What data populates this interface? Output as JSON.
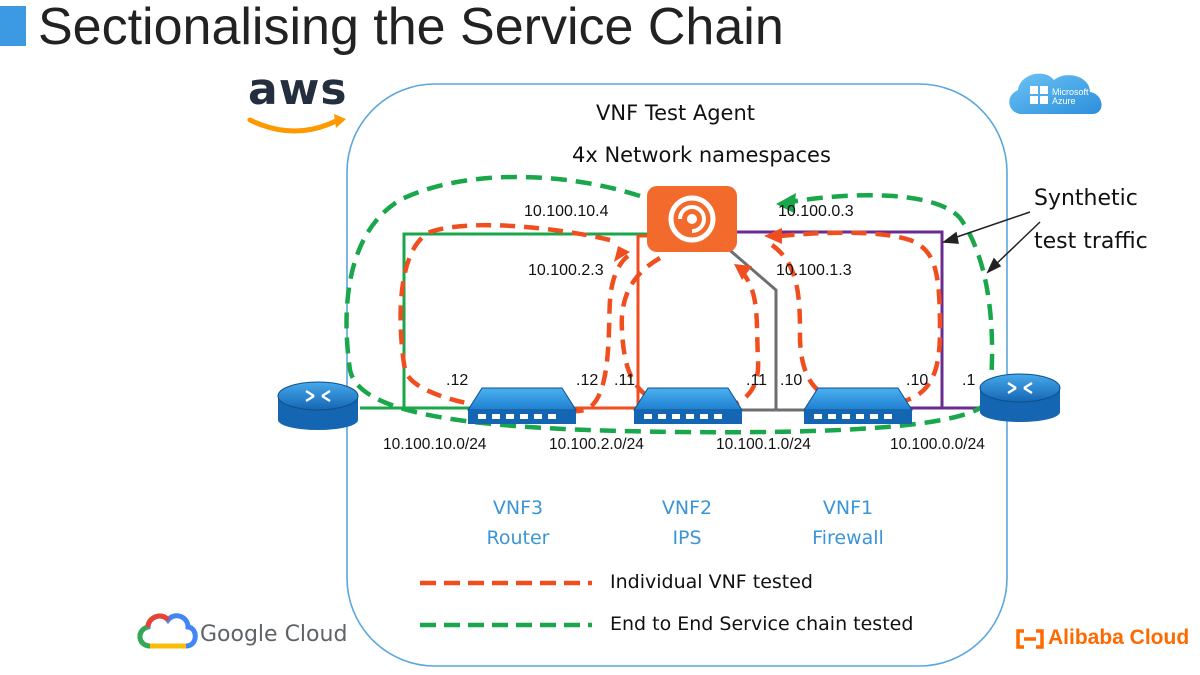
{
  "slide": {
    "title": "Sectionalising the Service Chain",
    "accent_color": "#3b9ae1"
  },
  "agent": {
    "title_line1": "VNF Test Agent",
    "title_line2": "4x Network namespaces",
    "icon": "vnf-test-agent-icon",
    "color": "#f26b2c"
  },
  "ip_labels": {
    "a": "10.100.10.4",
    "b": "10.100.0.3",
    "c": "10.100.2.3",
    "d": "10.100.1.3"
  },
  "port_labels": {
    "p12a": ".12",
    "p12b": ".12",
    "p11a": ".11",
    "p11b": ".11",
    "p10a": ".10",
    "p10b": ".10",
    "p1": ".1"
  },
  "networks": [
    "10.100.10.0/24",
    "10.100.2.0/24",
    "10.100.1.0/24",
    "10.100.0.0/24"
  ],
  "vnfs": [
    {
      "name": "VNF3",
      "role": "Router"
    },
    {
      "name": "VNF2",
      "role": "IPS"
    },
    {
      "name": "VNF1",
      "role": "Firewall"
    }
  ],
  "annotation": {
    "line1": "Synthetic",
    "line2": "test traffic"
  },
  "legend": [
    {
      "label": "Individual VNF tested",
      "color": "#f04e1f"
    },
    {
      "label": "End to End Service chain tested",
      "color": "#1aa64a"
    }
  ],
  "logos": {
    "aws": "aws",
    "azure_line1": "Microsoft",
    "azure_line2": "Azure",
    "google": "Google Cloud",
    "alibaba": "Alibaba Cloud"
  },
  "colors": {
    "cloud_border": "#5aa7dc",
    "orange_path": "#f04e1f",
    "green_path": "#1aa64a",
    "purple_link": "#6a2c91",
    "grey_link": "#6d6e71",
    "device_blue": "#1f88d6",
    "vnf_text": "#3b95d6"
  }
}
